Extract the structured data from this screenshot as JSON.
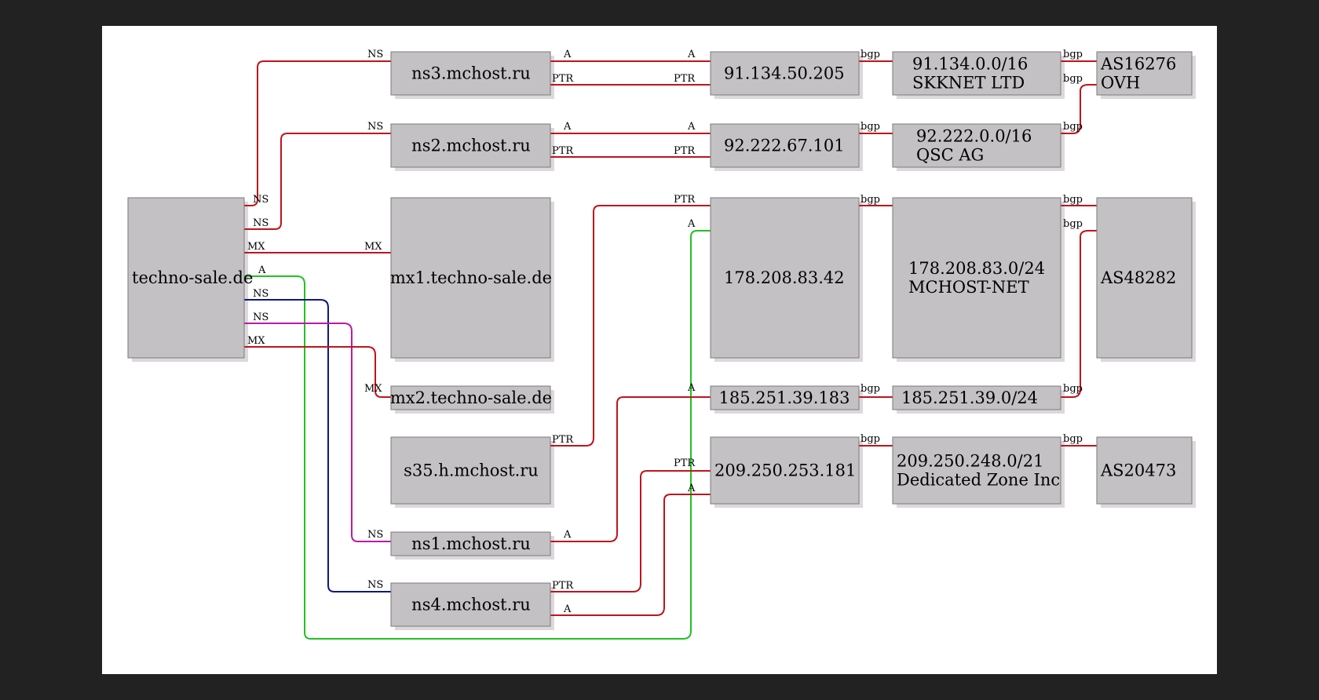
{
  "colors": {
    "background": "#222222",
    "canvas": "#ffffff",
    "node_fill": "#c4c1c4",
    "red": "#c0141c",
    "green": "#22c022",
    "blue": "#101880",
    "magenta": "#c018a8"
  },
  "nodes": {
    "techno_sale": [
      "techno-sale.de"
    ],
    "ns3": [
      "ns3.mchost.ru"
    ],
    "ns2": [
      "ns2.mchost.ru"
    ],
    "mx1": [
      "mx1.techno-sale.de"
    ],
    "mx2": [
      "mx2.techno-sale.de"
    ],
    "s35": [
      "s35.h.mchost.ru"
    ],
    "ns1": [
      "ns1.mchost.ru"
    ],
    "ns4": [
      "ns4.mchost.ru"
    ],
    "ip_91": [
      "91.134.50.205"
    ],
    "ip_92": [
      "92.222.67.101"
    ],
    "ip_178": [
      "178.208.83.42"
    ],
    "ip_185": [
      "185.251.39.183"
    ],
    "ip_209": [
      "209.250.253.181"
    ],
    "net_91": [
      "91.134.0.0/16",
      "SKKNET LTD"
    ],
    "net_92": [
      "92.222.0.0/16",
      "QSC AG"
    ],
    "net_178": [
      "178.208.83.0/24",
      "MCHOST-NET"
    ],
    "net_185": [
      "185.251.39.0/24"
    ],
    "net_209": [
      "209.250.248.0/21",
      "Dedicated Zone Inc"
    ],
    "as16276": [
      "AS16276",
      "OVH"
    ],
    "as48282": [
      "AS48282"
    ],
    "as20473": [
      "AS20473"
    ]
  },
  "edge_labels": {
    "ns": "NS",
    "mx": "MX",
    "a": "A",
    "ptr": "PTR",
    "bgp": "bgp"
  }
}
